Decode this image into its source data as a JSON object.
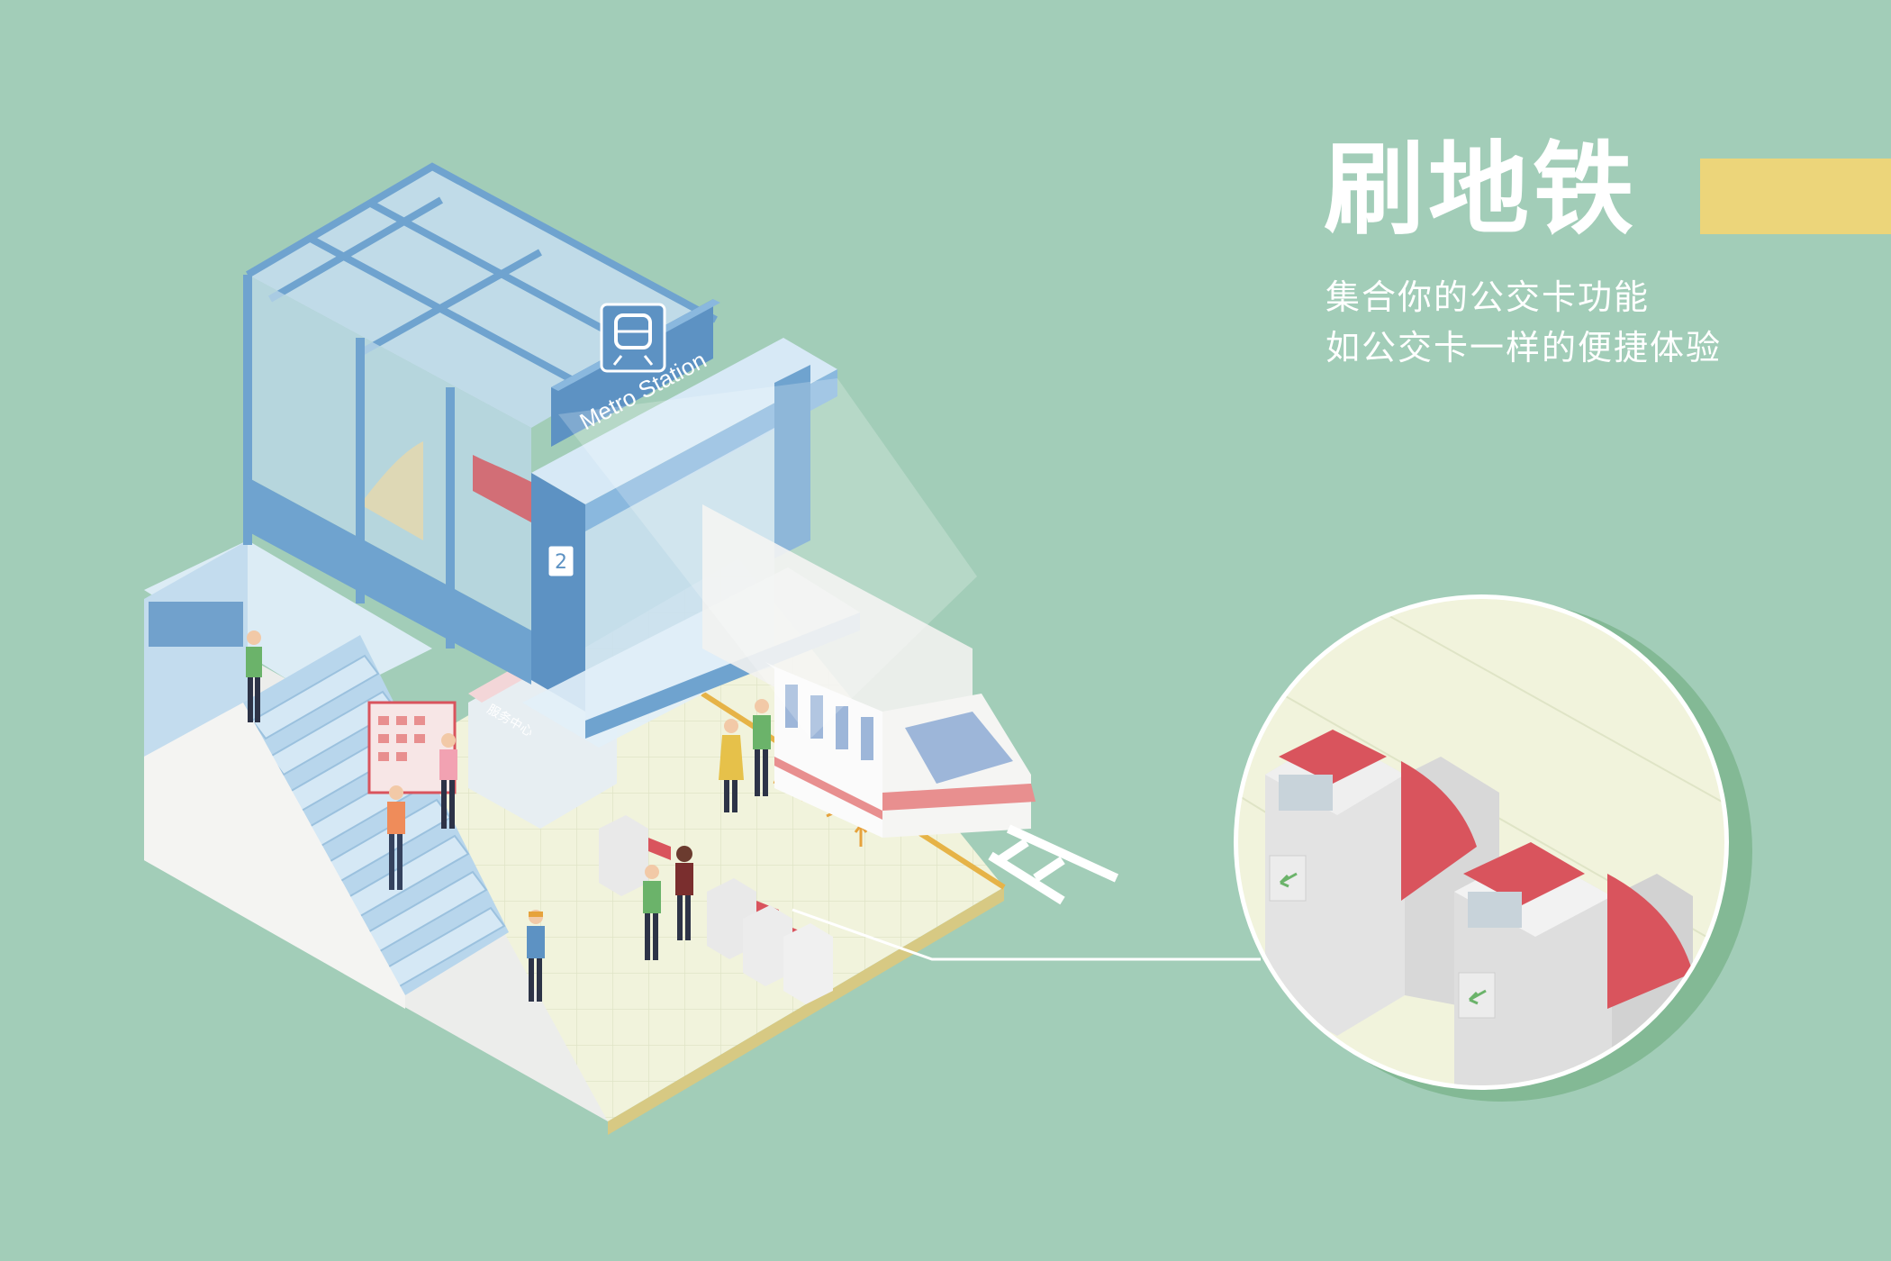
{
  "headline": "刷地铁",
  "subtitle_lines": [
    "集合你的公交卡功能",
    "如公交卡一样的便捷体验"
  ],
  "station_sign": "Metro Station",
  "exit_number": "2",
  "service_center_sign": "服务中心",
  "colors": {
    "background": "#a2cdb8",
    "accent_bar": "#ecd57a",
    "building_blue": "#6fa3cf",
    "gate_red": "#d9545d",
    "floor": "#f1f3dc"
  },
  "icons": [
    "train-icon",
    "arrow-left-icon"
  ]
}
